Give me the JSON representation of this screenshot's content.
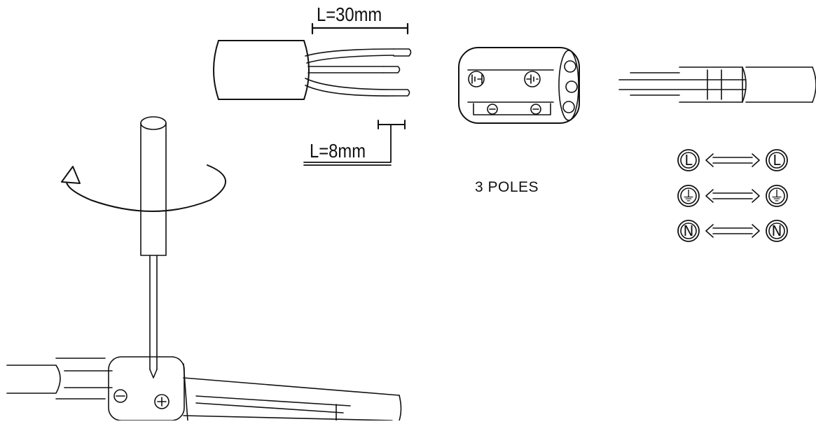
{
  "labels": {
    "strip_length_outer": "L=30mm",
    "strip_length_inner": "L=8mm",
    "connector_type": "3 POLES"
  },
  "wiring_map": [
    {
      "from": "L",
      "to": "L"
    },
    {
      "from": "⏚",
      "to": "⏚"
    },
    {
      "from": "N",
      "to": "N"
    }
  ],
  "icons": {
    "rotate": "rotate-arrow-icon",
    "earth": "earth-ground-icon",
    "double_arrow": "double-arrow-icon"
  },
  "colors": {
    "line": "#111111",
    "background": "#ffffff"
  }
}
